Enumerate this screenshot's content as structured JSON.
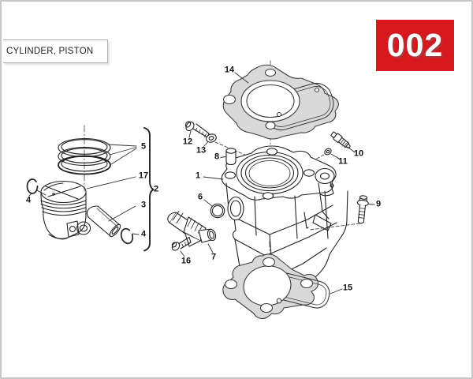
{
  "window": {
    "title": "CYLINDER, PISTON",
    "page_code": "002"
  },
  "colors": {
    "accent_red": "#d7181c",
    "line_color": "#222222",
    "gasket_fill": "#d9d9d9",
    "frame_border": "#c6c6c6"
  },
  "callouts": {
    "c1": "1",
    "c2": "2",
    "c3": "3",
    "c4a": "4",
    "c4b": "4",
    "c5": "5",
    "c6": "6",
    "c7": "7",
    "c8": "8",
    "c9": "9",
    "c10": "10",
    "c11": "11",
    "c12": "12",
    "c13": "13",
    "c14": "14",
    "c15": "15",
    "c16": "16",
    "c17": "17"
  }
}
